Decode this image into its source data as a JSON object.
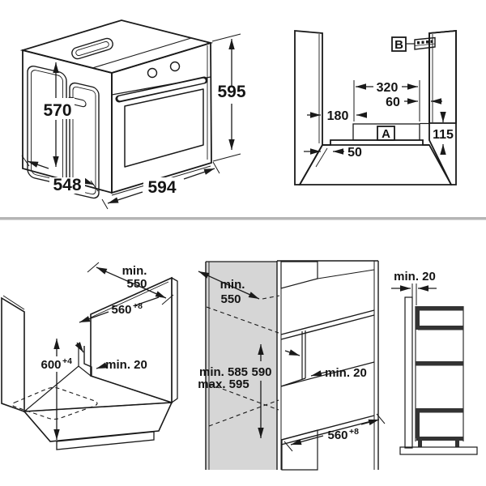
{
  "page": {
    "title": "Built-in oven installation dimensions",
    "colors": {
      "separator": "#b5b5b5",
      "wall": "#d6d6d6",
      "oven_front": "#b2b2b2",
      "oven_window": "#d5d5d5",
      "dark_panel": "#a9a9a9",
      "lower_panel": "#ababab",
      "side_wall": "#b9b9b9",
      "shelf_dark": "#333333",
      "line": "#1a1a1a"
    }
  },
  "oven_view": {
    "interior_height": "570",
    "depth": "548",
    "width": "594",
    "height": "595"
  },
  "niche_view": {
    "label_a": "A",
    "label_b": "B",
    "cutout_width": "320",
    "cutout_right_offset": "60",
    "cutout_left_offset": "180",
    "cutout_height": "115",
    "side_strip": "50"
  },
  "base_cabinet_view": {
    "depth_line1": "min.",
    "depth_line2": "550",
    "width": "560",
    "width_tolerance": "+8",
    "height": "600",
    "height_tolerance": "+4",
    "rear_gap": "min. 20"
  },
  "tall_cabinet_view": {
    "depth_line1": "min.",
    "depth_line2": "550",
    "niche_height_min": "min. 585",
    "niche_height_max": "max. 595",
    "niche_height": "590",
    "rear_gap": "min. 20",
    "width": "560",
    "width_tolerance": "+8"
  },
  "side_view": {
    "wall_gap": "min. 20"
  }
}
